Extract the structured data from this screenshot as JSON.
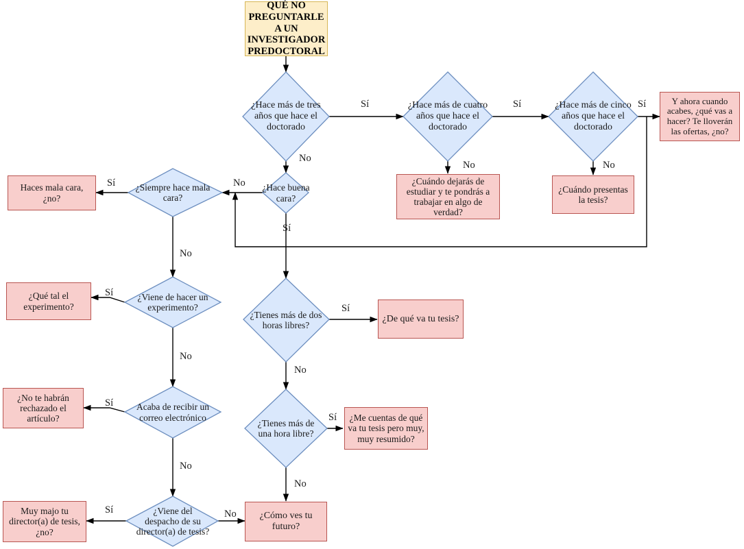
{
  "diagram": {
    "title": "QUÉ NO PREGUNTARLE A UN INVESTIGADOR PREDOCTORAL",
    "language": "es",
    "type": "flowchart",
    "colors": {
      "decision_fill": "#dae8fc",
      "decision_stroke": "#6c8ebf",
      "answer_fill": "#f8cecc",
      "answer_stroke": "#b85450",
      "title_fill": "#fdeec9",
      "title_stroke": "#d6b656",
      "edge": "#000000",
      "background": "#ffffff"
    },
    "labels": {
      "yes": "Sí",
      "no": "No"
    }
  },
  "nodes": {
    "title": {
      "label": "QUÉ NO PREGUNTARLE A UN INVESTIGADOR PREDOCTORAL"
    },
    "d_tres_anios": {
      "label": "¿Hace más de tres años que hace el doctorado"
    },
    "d_cuatro_anios": {
      "label": "¿Hace más de cuatro años que hace el doctorado"
    },
    "d_cinco_anios": {
      "label": "¿Hace más de cinco años que hace el doctorado"
    },
    "r_ofertas": {
      "label": "Y ahora cuando acabes, ¿qué vas a hacer? Te lloverán las ofertas, ¿no?"
    },
    "r_dejaras_estudiar": {
      "label": "¿Cuándo dejarás de estudiar y te pondrás a trabajar en algo de verdad?"
    },
    "r_presentas_tesis": {
      "label": "¿Cuándo presentas la tesis?"
    },
    "d_buena_cara": {
      "label": "¿Hace buena cara?"
    },
    "d_siempre_mala_cara": {
      "label": "¿Siempre hace mala cara?"
    },
    "r_mala_cara": {
      "label": "Haces mala cara, ¿no?"
    },
    "d_experimento": {
      "label": "¿Viene de hacer un experimento?"
    },
    "r_que_tal_experimento": {
      "label": "¿Qué tal el experimento?"
    },
    "d_correo": {
      "label": "Acaba de recibir un correo electrónico"
    },
    "r_rechazado_articulo": {
      "label": "¿No te habrán rechazado el artículo?"
    },
    "d_despacho_director": {
      "label": "¿Viene del despacho de su director(a) de tesis?"
    },
    "r_muy_majo_director": {
      "label": "Muy majo tu director(a) de tesis, ¿no?"
    },
    "d_dos_horas": {
      "label": "¿Tienes más de dos horas libres?"
    },
    "r_de_que_va_tesis": {
      "label": "¿De qué va tu tesis?"
    },
    "d_una_hora": {
      "label": "¿Tienes más de una hora libre?"
    },
    "r_tesis_resumido": {
      "label": "¿Me cuentas de qué va tu tesis pero muy, muy resumido?"
    },
    "r_como_ves_futuro": {
      "label": "¿Cómo ves tu futuro?"
    }
  },
  "edge_labels": {
    "tres_si": "Sí",
    "tres_no": "No",
    "cuatro_si": "Sí",
    "cuatro_no": "No",
    "cinco_si": "Sí",
    "cinco_no": "No",
    "buena_cara_no": "No",
    "buena_cara_si": "Sí",
    "mala_cara_si": "Sí",
    "mala_cara_no": "No",
    "experimento_si": "Sí",
    "experimento_no": "No",
    "correo_si": "Sí",
    "correo_no": "No",
    "despacho_si": "Sí",
    "despacho_no": "No",
    "dos_horas_si": "Sí",
    "dos_horas_no": "No",
    "una_hora_si": "Sí",
    "una_hora_no": "No"
  }
}
